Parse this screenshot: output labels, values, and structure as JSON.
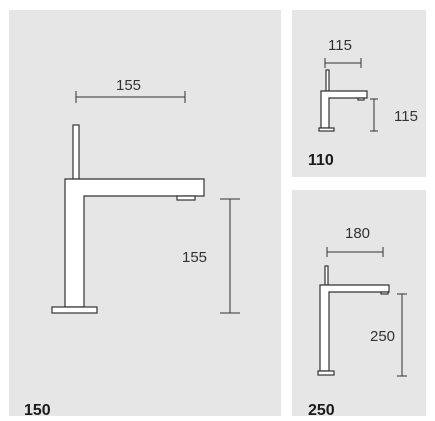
{
  "panels": [
    {
      "code": "150",
      "dims": {
        "width": "155",
        "height": "155"
      }
    },
    {
      "code": "110",
      "dims": {
        "width": "115",
        "height": "115"
      }
    },
    {
      "code": "250",
      "dims": {
        "width": "180",
        "height": "250"
      }
    }
  ],
  "colors": {
    "panel_background": "#e6e6e6",
    "line": "#333333",
    "faucet_fill": "#ffffff"
  }
}
